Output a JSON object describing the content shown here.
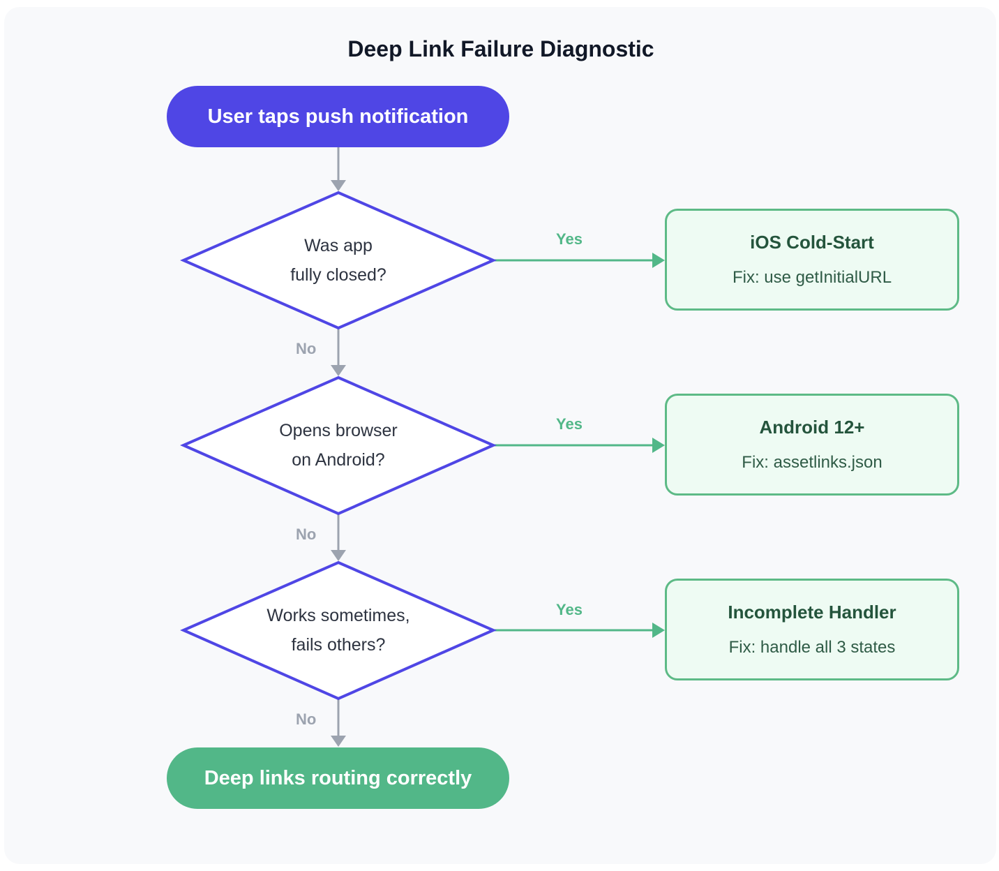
{
  "title": "Deep Link Failure Diagnostic",
  "start": "User taps push notification",
  "end": "Deep links routing correctly",
  "decisions": [
    {
      "line1": "Was app",
      "line2": "fully closed?",
      "yes": "Yes",
      "no": "No",
      "outcome": {
        "title": "iOS Cold-Start",
        "fix": "Fix: use getInitialURL"
      }
    },
    {
      "line1": "Opens browser",
      "line2": "on Android?",
      "yes": "Yes",
      "no": "No",
      "outcome": {
        "title": "Android 12+",
        "fix": "Fix: assetlinks.json"
      }
    },
    {
      "line1": "Works sometimes,",
      "line2": "fails others?",
      "yes": "Yes",
      "no": "No",
      "outcome": {
        "title": "Incomplete Handler",
        "fix": "Fix: handle all 3 states"
      }
    }
  ],
  "colors": {
    "primary": "#4f46e5",
    "success": "#52b788",
    "connector": "#9ca3af",
    "outcome_fill": "#eefbf3",
    "outcome_border": "#5dba86",
    "background": "#f8f9fb"
  }
}
